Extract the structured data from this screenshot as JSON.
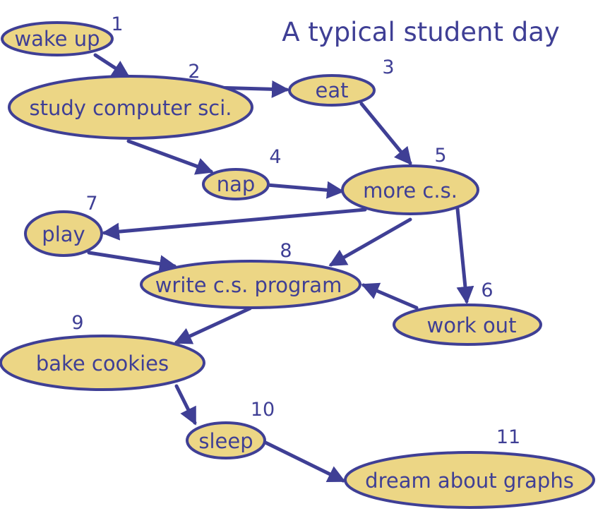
{
  "title": "A typical student day",
  "colors": {
    "node_fill": "#ECD685",
    "stroke": "#3F3F95",
    "text": "#3F3F95",
    "number": "#3F3F95",
    "background": "#FFFFFF"
  },
  "nodes": [
    {
      "id": "n1",
      "num": "1",
      "label": "wake up"
    },
    {
      "id": "n2",
      "num": "2",
      "label": "study computer sci."
    },
    {
      "id": "n3",
      "num": "3",
      "label": "eat"
    },
    {
      "id": "n4",
      "num": "4",
      "label": "nap"
    },
    {
      "id": "n5",
      "num": "5",
      "label": "more c.s."
    },
    {
      "id": "n6",
      "num": "6",
      "label": "work out"
    },
    {
      "id": "n7",
      "num": "7",
      "label": "play"
    },
    {
      "id": "n8",
      "num": "8",
      "label": "write c.s. program"
    },
    {
      "id": "n9",
      "num": "9",
      "label": "bake cookies"
    },
    {
      "id": "n10",
      "num": "10",
      "label": "sleep"
    },
    {
      "id": "n11",
      "num": "11",
      "label": "dream about graphs"
    }
  ],
  "edges": [
    {
      "from": "n1",
      "to": "n2"
    },
    {
      "from": "n2",
      "to": "n3"
    },
    {
      "from": "n2",
      "to": "n4"
    },
    {
      "from": "n3",
      "to": "n5"
    },
    {
      "from": "n4",
      "to": "n5"
    },
    {
      "from": "n5",
      "to": "n7"
    },
    {
      "from": "n5",
      "to": "n8"
    },
    {
      "from": "n5",
      "to": "n6"
    },
    {
      "from": "n6",
      "to": "n8"
    },
    {
      "from": "n7",
      "to": "n8"
    },
    {
      "from": "n8",
      "to": "n9"
    },
    {
      "from": "n9",
      "to": "n10"
    },
    {
      "from": "n10",
      "to": "n11"
    }
  ]
}
